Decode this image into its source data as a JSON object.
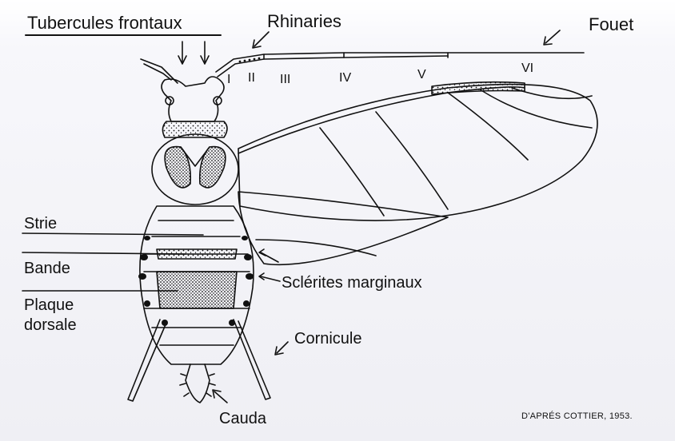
{
  "labels": {
    "tubercules": "Tubercules frontaux",
    "rhinaries": "Rhinaries",
    "fouet": "Fouet",
    "strie": "Strie",
    "bande": "Bande",
    "plaque_line1": "Plaque",
    "plaque_line2": "dorsale",
    "sclerites": "Sclérites marginaux",
    "cornicule": "Cornicule",
    "cauda": "Cauda"
  },
  "segments": [
    "I",
    "II",
    "III",
    "IV",
    "V",
    "VI"
  ],
  "credit": "D'APRÉS COTTIER, 1953.",
  "colors": {
    "ink": "#111111",
    "background": "#ffffff"
  }
}
